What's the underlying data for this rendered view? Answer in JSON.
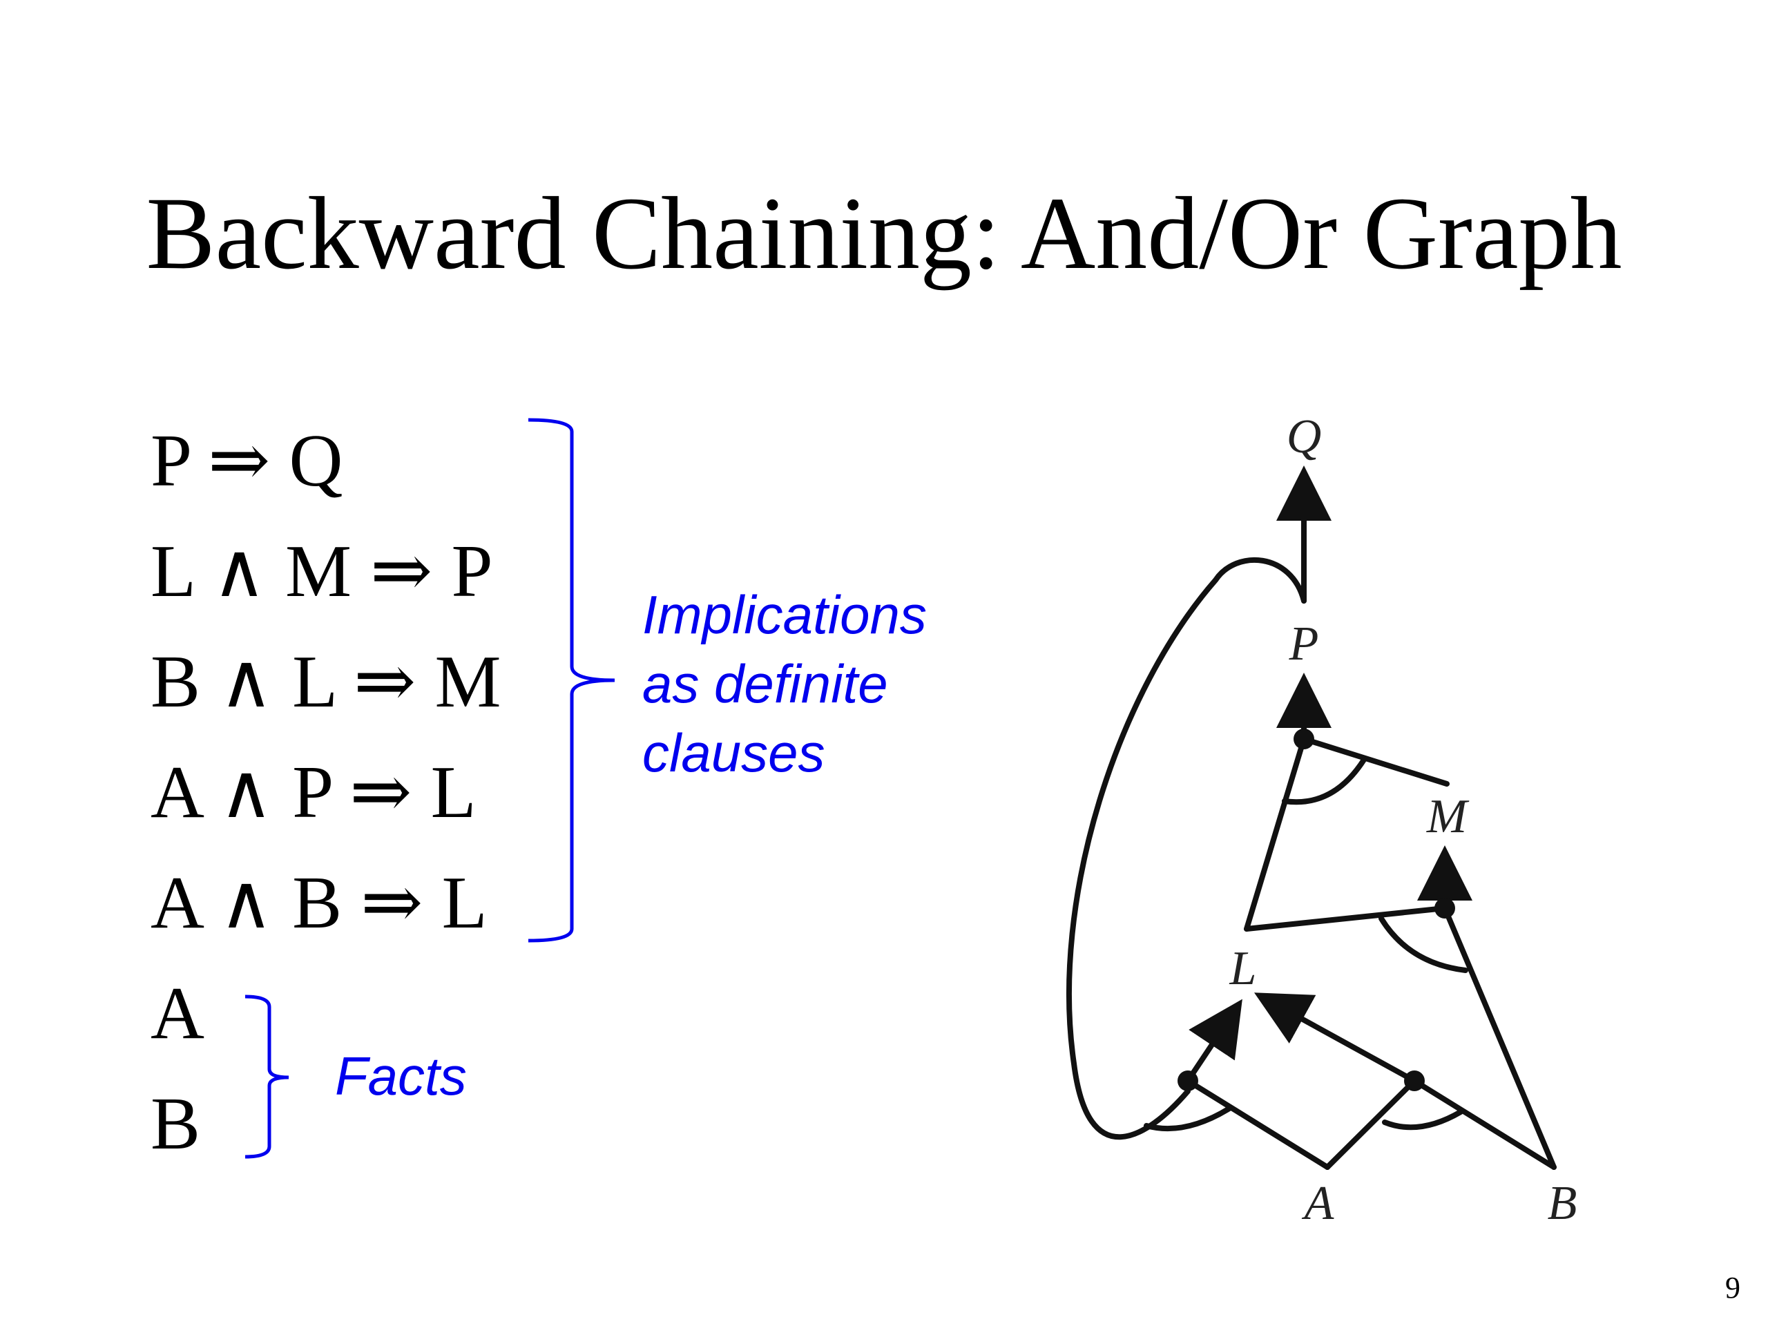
{
  "slide": {
    "title": "Backward Chaining: And/Or Graph",
    "page_number": "9"
  },
  "rules": [
    "P ⇒ Q",
    "L ∧ M ⇒ P",
    "B ∧ L ⇒ M",
    "A ∧ P ⇒ L",
    "A ∧ B ⇒ L"
  ],
  "facts": [
    "A",
    "B"
  ],
  "annotations": {
    "implications": [
      "Implications",
      "as definite",
      "clauses"
    ],
    "facts_label": "Facts"
  },
  "colors": {
    "annotation": "#0000ee",
    "diagram": "#111111"
  },
  "graph": {
    "nodes": {
      "q": "Q",
      "p": "P",
      "m": "M",
      "l": "L",
      "a": "A",
      "b": "B"
    }
  }
}
